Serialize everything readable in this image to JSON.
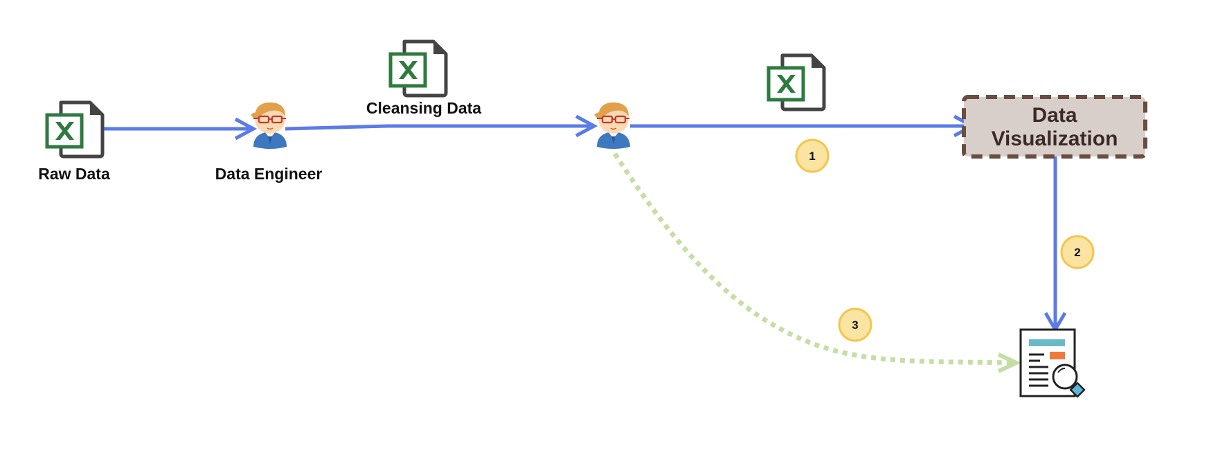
{
  "nodes": {
    "raw_data": {
      "label": "Raw Data"
    },
    "data_engineer": {
      "label": "Data Engineer"
    },
    "cleansing_data": {
      "label": "Cleansing Data"
    },
    "data_visualization": {
      "line1": "Data",
      "line2": "Visualization"
    }
  },
  "badges": [
    "1",
    "2",
    "3"
  ],
  "colors": {
    "arrow": "#5b7be8",
    "dotted_arrow": "#c6dea6",
    "badge_fill": "#fbe3a2",
    "badge_stroke": "#f3c64d",
    "box_fill": "#d8cfcb",
    "box_stroke": "#6b4c40",
    "excel_green": "#2f7a3f",
    "doc_gray": "#444444"
  },
  "icons": [
    "excel-file-icon",
    "person-icon",
    "report-search-icon"
  ]
}
